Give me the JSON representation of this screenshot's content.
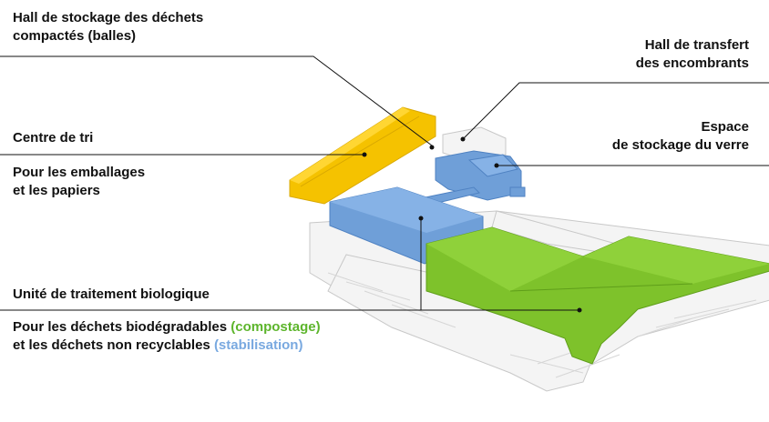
{
  "colors": {
    "text": "#111111",
    "line": "#111111",
    "yellow": "#f5c200",
    "blue": "#6f9fd8",
    "green": "#7ec22b",
    "compost": "#5db52c",
    "stabilisation": "#79a9e0",
    "outline": "#c8c8c8"
  },
  "labels": {
    "bales_line1": "Hall de stockage des déchets",
    "bales_line2": "compactés (balles)",
    "bulky_line1": "Hall de transfert",
    "bulky_line2": "des encombrants",
    "glass_line1": "Espace",
    "glass_line2": "de stockage du verre",
    "sorting_title": "Centre de tri",
    "sorting_line1": "Pour les emballages",
    "sorting_line2": "et les papiers",
    "bio_title": "Unité de traitement biologique",
    "bio_line1_a": "Pour les déchets biodégradables ",
    "bio_line1_b": "(compostage)",
    "bio_line2_a": "et les déchets non recyclables ",
    "bio_line2_b": "(stabilisation)"
  }
}
